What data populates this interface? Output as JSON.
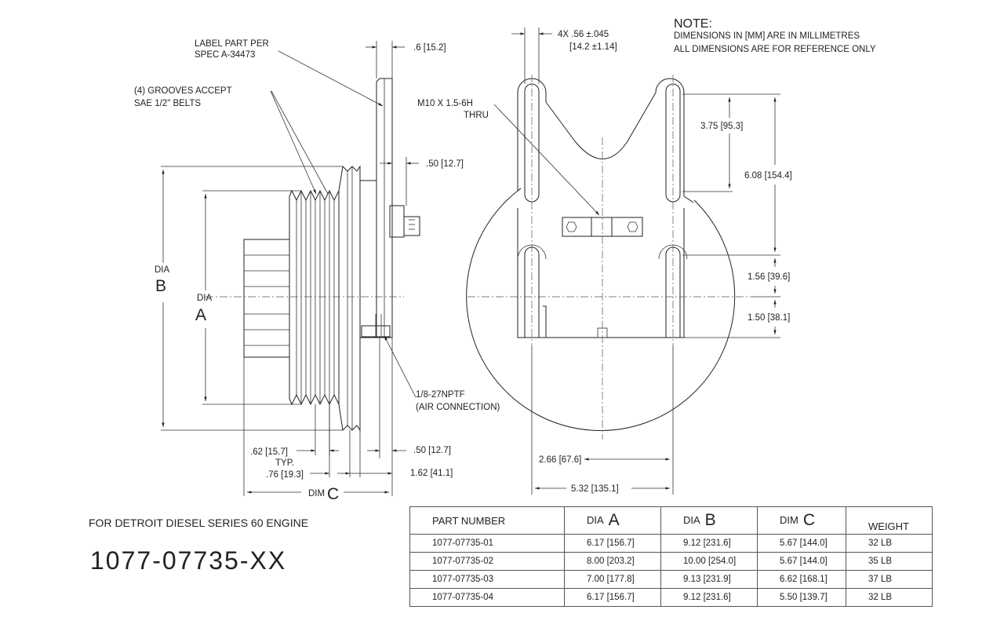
{
  "note": {
    "heading": "NOTE:",
    "line1": "DIMENSIONS IN [MM] ARE IN MILLIMETRES",
    "line2": "ALL DIMENSIONS ARE FOR REFERENCE ONLY"
  },
  "callouts": {
    "label_part_1": "LABEL PART PER",
    "label_part_2": "SPEC A-34473",
    "grooves_1": "(4) GROOVES ACCEPT",
    "grooves_2": "SAE 1/2\" BELTS",
    "thread_1": "M10 X 1.5-6H",
    "thread_2": "THRU",
    "air_1": "1/8-27NPTF",
    "air_2": "(AIR CONNECTION)"
  },
  "side_view": {
    "dia_b_word": "DIA",
    "dia_b_letter": "B",
    "dia_a_word": "DIA",
    "dia_a_letter": "A",
    "dim_top": ".6 [15.2]",
    "dim_flange": ".50 [12.7]",
    "dim_groove": ".62 [15.7]",
    "dim_typ": "TYP.",
    "dim_first_groove": ".76 [19.3]",
    "dim_bottom_right": ".50 [12.7]",
    "dim_hub": "1.62 [41.1]",
    "dim_c_word": "DIM",
    "dim_c_letter": "C"
  },
  "front_view": {
    "slot_width_1": "4X .56 ±.045",
    "slot_width_2": "[14.2 ±1.14]",
    "dim_375": "3.75 [95.3]",
    "dim_608": "6.08 [154.4]",
    "dim_156": "1.56 [39.6]",
    "dim_150": "1.50 [38.1]",
    "dim_266": "2.66 [67.6]",
    "dim_532": "5.32 [135.1]"
  },
  "engine_label": "FOR DETROIT DIESEL SERIES 60 ENGINE",
  "part_number": "1077-07735-XX",
  "table": {
    "headers": {
      "part_number": "PART NUMBER",
      "dia_a_word": "DIA",
      "dia_a_letter": "A",
      "dia_b_word": "DIA",
      "dia_b_letter": "B",
      "dim_c_word": "DIM",
      "dim_c_letter": "C",
      "weight": "WEIGHT"
    },
    "rows": [
      {
        "part": "1077-07735-01",
        "dia_a": "6.17 [156.7]",
        "dia_b": "9.12 [231.6]",
        "dim_c": "5.67 [144.0]",
        "weight": "32 LB"
      },
      {
        "part": "1077-07735-02",
        "dia_a": "8.00 [203.2]",
        "dia_b": "10.00 [254.0]",
        "dim_c": "5.67 [144.0]",
        "weight": "35 LB"
      },
      {
        "part": "1077-07735-03",
        "dia_a": "7.00 [177.8]",
        "dia_b": "9.13 [231.9]",
        "dim_c": "6.62 [168.1]",
        "weight": "37 LB"
      },
      {
        "part": "1077-07735-04",
        "dia_a": "6.17 [156.7]",
        "dia_b": "9.12 [231.6]",
        "dim_c": "5.50 [139.7]",
        "weight": "32 LB"
      }
    ]
  }
}
